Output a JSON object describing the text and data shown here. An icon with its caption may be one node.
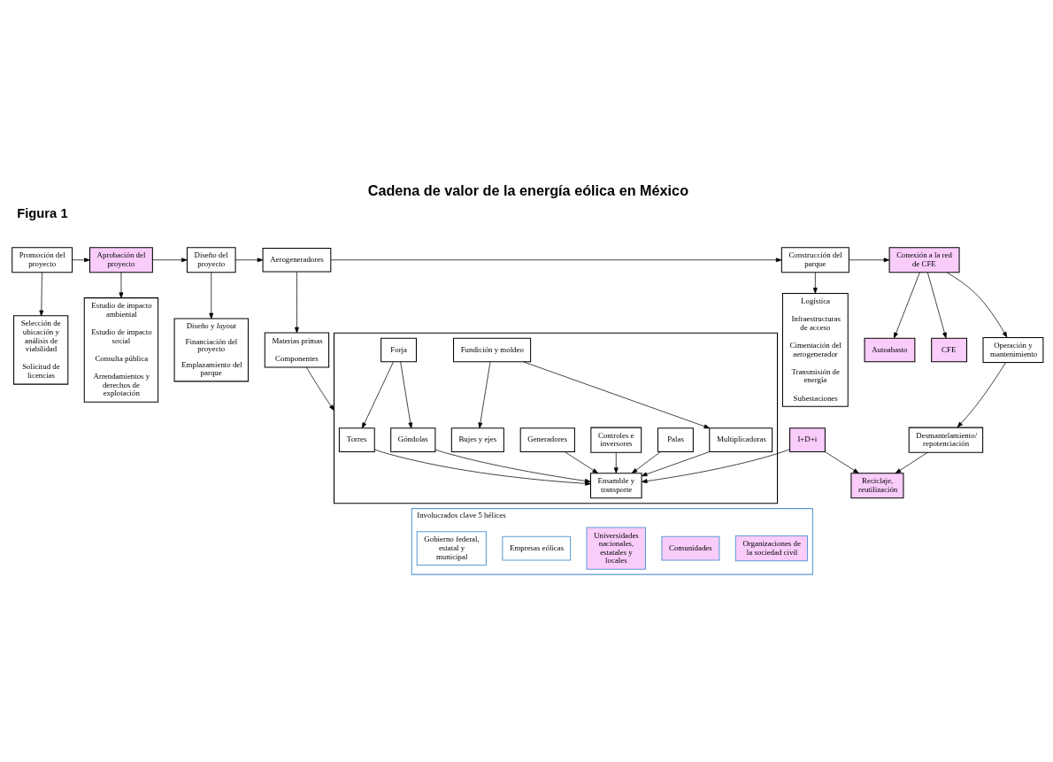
{
  "diagram": {
    "title": "Cadena de valor de la energía eólica en México",
    "nodes": [
      {
        "text": [
          "Promoción del proyecto"
        ]
      },
      {
        "text": [
          "Aprobación del proyecto"
        ]
      },
      {
        "text": [
          "Diseño del proyecto"
        ]
      },
      {
        "text": [
          "Aerogeneradores"
        ]
      },
      {
        "text": [
          "Construcción del parque"
        ]
      },
      {
        "text": [
          "Conexión a la red de CFE"
        ]
      },
      {
        "text": [
          "Autoabasto"
        ]
      },
      {
        "text": [
          "CFE"
        ]
      },
      {
        "text": [
          "Selección de ubicación y análisis de viabilidad",
          "Solicitud de licencias"
        ]
      },
      {
        "text": [
          "Estudio de impacto ambiental",
          "Estudio de impacto social",
          "Consulta pública",
          "Arrendamientos y derechos de explotación"
        ]
      },
      {
        "text": [
          "Diseño y *layout*",
          "Financiación del proyecto",
          "Emplazamiento del parque"
        ]
      },
      {
        "text": [
          "Materias primas",
          "Componentes"
        ]
      },
      {
        "text": [
          "Logística",
          "Infraestructuras de acceso",
          "Cimentación del aerogenerador",
          "Transmisión de energía",
          "Subestaciones"
        ]
      },
      {
        "text": [
          "Operación y mantenimiento"
        ]
      },
      {
        "text": [
          "Desmantelamiento/ repotenciación"
        ]
      },
      {
        "text": [
          "Reciclaje, reutilización"
        ]
      },
      {
        "text": [
          "I+D+i"
        ]
      },
      {
        "text": [],
        "shape": "box"
      },
      {
        "text": [
          "Torres"
        ],
        "in": 17
      },
      {
        "text": [
          "Palas"
        ],
        "in": 17
      },
      {
        "text": [
          "Bujes y ejes"
        ],
        "in": 17
      },
      {
        "text": [
          "Multiplicadoras"
        ],
        "in": 17
      },
      {
        "text": [
          "Controles e inversores"
        ],
        "in": 17
      },
      {
        "text": [
          "Generadores"
        ],
        "in": 17
      },
      {
        "text": [
          "Góndolas"
        ],
        "in": 17
      },
      {
        "text": [
          "Forja"
        ],
        "in": 17
      },
      {
        "text": [
          "Fundición y moldeo"
        ],
        "in": 17
      },
      {
        "text": [
          "Ensamble y transporte"
        ],
        "in": 17
      },
      {
        "text": [
          "Involucrados clave 5 hélices"
        ]
      },
      {
        "text": [
          "Gobierno federal, estatal y municipal"
        ],
        "in": 28
      },
      {
        "text": [
          "Empresas eólicas"
        ],
        "in": 28
      },
      {
        "text": [
          "Universidades nacionales, estatales y locales"
        ],
        "in": 28
      },
      {
        "text": [
          "Comunidades"
        ],
        "in": 28
      },
      {
        "text": [
          "Organizaciones de la sociedad civil"
        ],
        "in": 28
      }
    ],
    "edges": [
      {
        "from": 0,
        "to": 1,
        "arrow": "to"
      },
      {
        "from": 1,
        "to": 2,
        "arrow": "to"
      },
      {
        "from": 2,
        "to": 3,
        "arrow": "to"
      },
      {
        "from": 3,
        "to": 4,
        "arrow": "to"
      },
      {
        "from": 4,
        "to": 5,
        "arrow": "to"
      },
      {
        "from": 5,
        "to": 6,
        "arrow": "to"
      },
      {
        "from": 5,
        "to": 7,
        "arrow": "to"
      },
      {
        "from": 0,
        "to": 8,
        "arrow": "to"
      },
      {
        "from": 1,
        "to": 9,
        "arrow": "to"
      },
      {
        "from": 2,
        "to": 10,
        "arrow": "to"
      },
      {
        "from": 3,
        "to": 11,
        "arrow": "to"
      },
      {
        "from": 4,
        "to": 12,
        "arrow": "to"
      },
      {
        "from": 5,
        "to": 13,
        "arrow": "to"
      },
      {
        "from": 13,
        "to": 14,
        "arrow": "to"
      },
      {
        "from": 14,
        "to": 15,
        "arrow": "to"
      },
      {
        "from": 16,
        "to": 15,
        "arrow": "to"
      },
      {
        "from": 11,
        "to": 17,
        "arrow": "to"
      },
      {
        "from": 16,
        "to": 27,
        "arrow": "to"
      },
      {
        "from": 25,
        "to": 18,
        "arrow": "to"
      },
      {
        "from": 25,
        "to": 24,
        "arrow": "to"
      },
      {
        "from": 26,
        "to": 20,
        "arrow": "to"
      },
      {
        "from": 26,
        "to": 21,
        "arrow": "to"
      },
      {
        "from": 18,
        "to": 27,
        "arrow": "to"
      },
      {
        "from": 19,
        "to": 27,
        "arrow": "to"
      },
      {
        "from": 21,
        "to": 27,
        "arrow": "to"
      },
      {
        "from": 22,
        "to": 27,
        "arrow": "to"
      },
      {
        "from": 23,
        "to": 27,
        "arrow": "to"
      },
      {
        "from": 24,
        "to": 27,
        "arrow": "to"
      }
    ],
    "labels": [
      "Figura 1"
    ]
  }
}
